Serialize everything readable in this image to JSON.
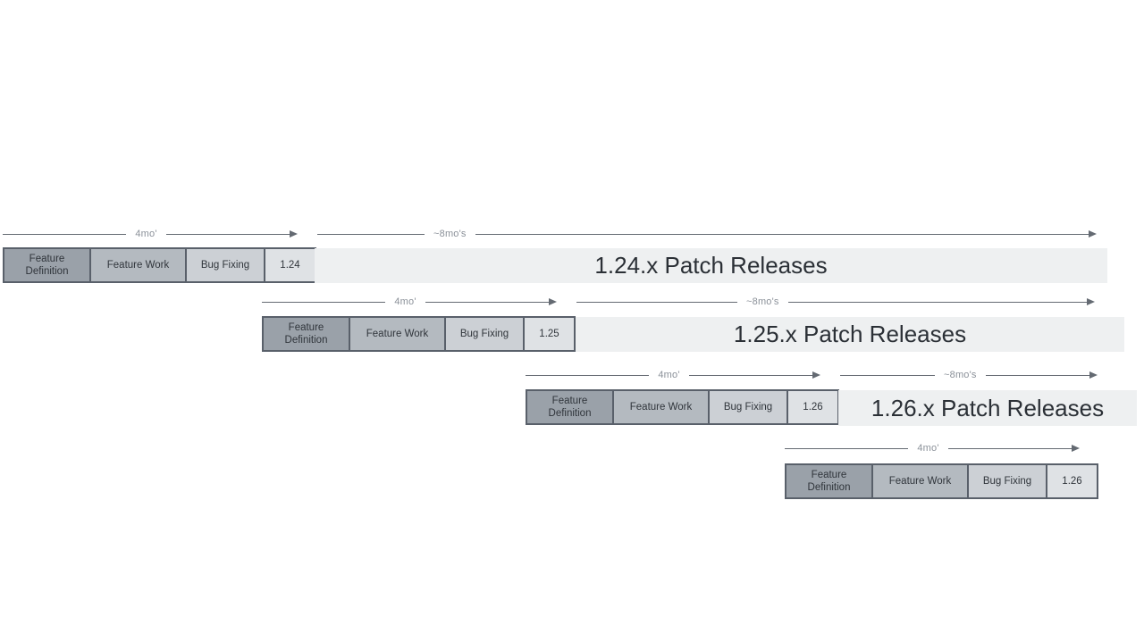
{
  "rows": [
    {
      "version": "1.24",
      "phases": [
        "Feature Definition",
        "Feature Work",
        "Bug Fixing"
      ],
      "dev_duration": "4mo'",
      "patch_duration": "~8mo's",
      "patch_label": "1.24.x Patch Releases"
    },
    {
      "version": "1.25",
      "phases": [
        "Feature Definition",
        "Feature Work",
        "Bug Fixing"
      ],
      "dev_duration": "4mo'",
      "patch_duration": "~8mo's",
      "patch_label": "1.25.x Patch Releases"
    },
    {
      "version": "1.26",
      "phases": [
        "Feature Definition",
        "Feature Work",
        "Bug Fixing"
      ],
      "dev_duration": "4mo'",
      "patch_duration": "~8mo's",
      "patch_label": "1.26.x Patch Releases"
    },
    {
      "version": "1.26",
      "phases": [
        "Feature Definition",
        "Feature Work",
        "Bug Fixing"
      ],
      "dev_duration": "4mo'"
    }
  ],
  "colors": {
    "feature_definition": "#9aa1a9",
    "feature_work": "#b4bac0",
    "bug_fixing": "#ccd0d5",
    "version_box": "#dfe2e5",
    "band": "#eef0f1",
    "band_text": "#2b3036",
    "text_dark": "#30353b",
    "border": "#59606a",
    "arrow": "#646a72",
    "duration_text": "#8b9199"
  }
}
